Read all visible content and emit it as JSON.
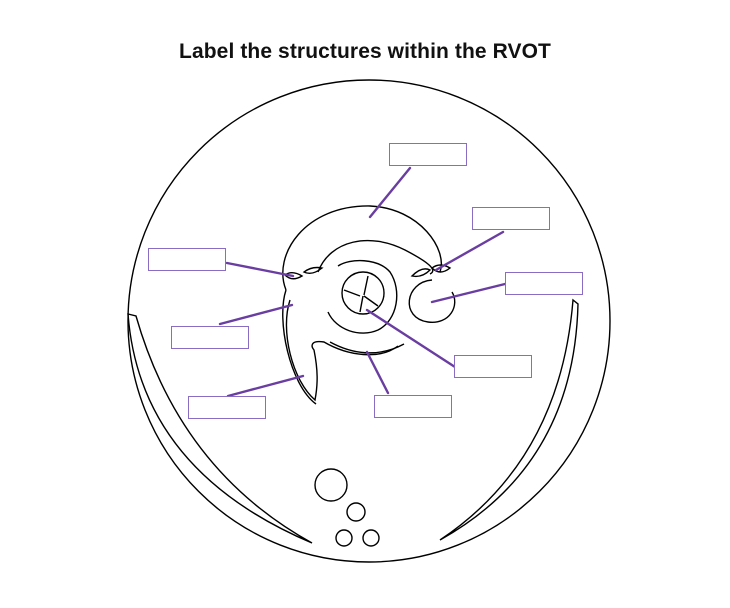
{
  "title": "Label the structures within the RVOT",
  "colors": {
    "outline": "#000000",
    "leader_line": "#6a3ea1",
    "box_border": "#8a6cc4"
  },
  "label_boxes": [
    {
      "name": "label-box-top",
      "value": ""
    },
    {
      "name": "label-box-upper-right",
      "value": ""
    },
    {
      "name": "label-box-right",
      "value": ""
    },
    {
      "name": "label-box-lower-right",
      "value": ""
    },
    {
      "name": "label-box-bottom-center",
      "value": ""
    },
    {
      "name": "label-box-upper-left",
      "value": ""
    },
    {
      "name": "label-box-mid-left",
      "value": ""
    },
    {
      "name": "label-box-lower-left",
      "value": ""
    }
  ]
}
